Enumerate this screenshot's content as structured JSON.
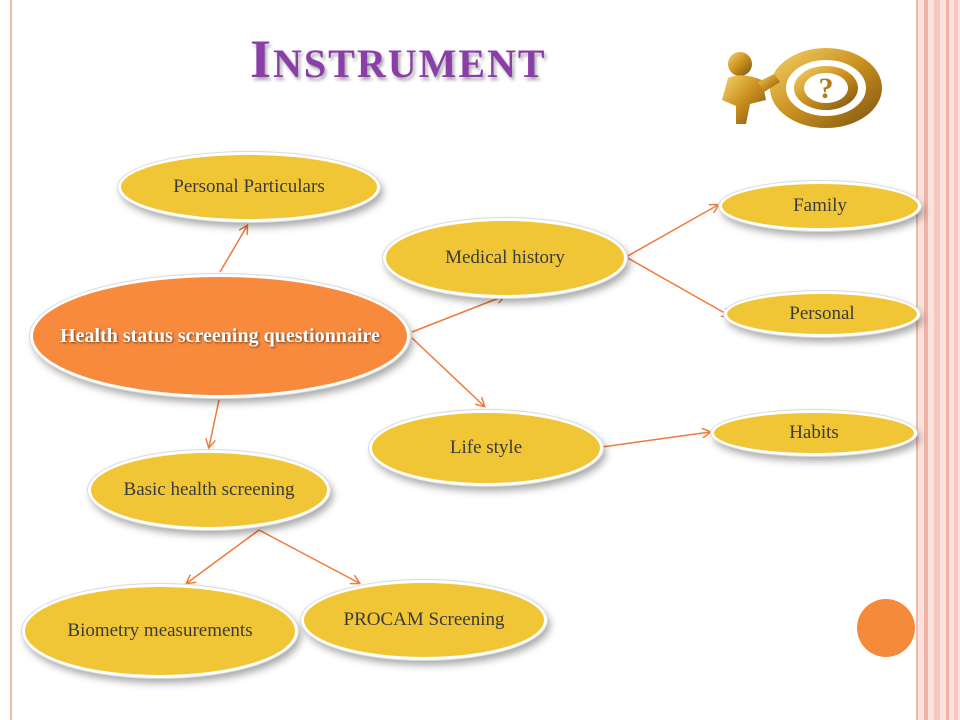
{
  "title": {
    "first_letter": "I",
    "rest": "NSTRUMENT"
  },
  "nodes": {
    "root": "Health status screening questionnaire",
    "personal_particulars": "Personal Particulars",
    "medical_history": "Medical history",
    "life_style": "Life style",
    "basic_health": "Basic health screening",
    "biometry": "Biometry measurements",
    "procam": "PROCAM Screening",
    "family": "Family",
    "personal": "Personal",
    "habits": "Habits"
  },
  "colors": {
    "title": "#8a3fa8",
    "node_yellow": "#f0c636",
    "node_orange": "#f78a3d",
    "connector": "#f07a3a",
    "frame": "#f2b8ac"
  }
}
